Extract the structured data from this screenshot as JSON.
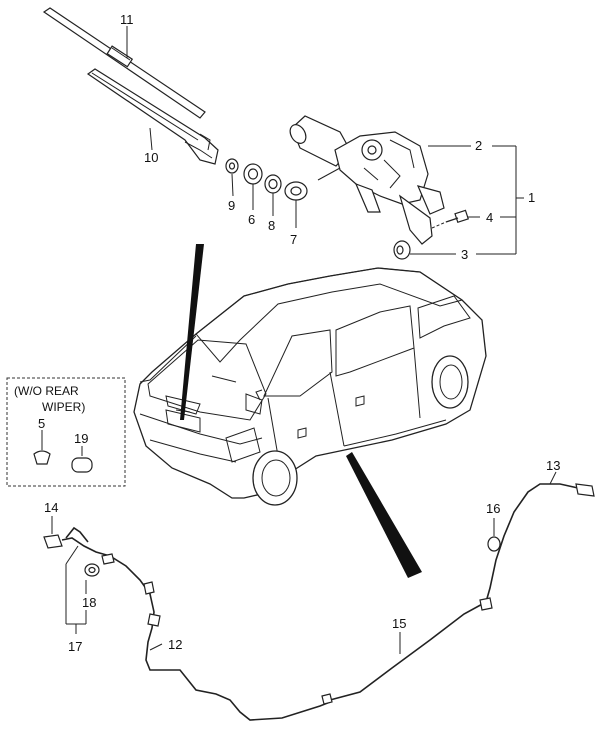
{
  "note_box": {
    "line1": "(W/O REAR",
    "line2": "WIPER)"
  },
  "callouts": {
    "c1": "1",
    "c2": "2",
    "c3": "3",
    "c4": "4",
    "c5": "5",
    "c6": "6",
    "c7": "7",
    "c8": "8",
    "c9": "9",
    "c10": "10",
    "c11": "11",
    "c12": "12",
    "c13": "13",
    "c14": "14",
    "c15": "15",
    "c16": "16",
    "c17": "17",
    "c18": "18",
    "c19": "19"
  }
}
